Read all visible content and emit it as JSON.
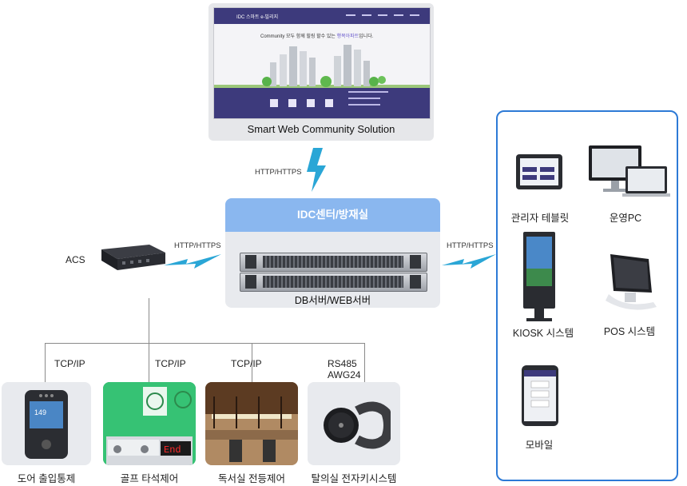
{
  "web": {
    "caption": "Smart Web Community  Solution",
    "site_title": "IDC 스마트 e-빌리지",
    "hero_text_pre": "Community 모두 함께 힐링 할수 있는 ",
    "hero_text_highlight": "행복아파트",
    "hero_text_post": "입니다."
  },
  "links": {
    "top": "HTTP/HTTPS",
    "left": "HTTP/HTTPS",
    "right": "HTTP/HTTPS"
  },
  "idc": {
    "title": "IDC센터/방재실",
    "footer": "DB서버/WEB서버"
  },
  "acs": {
    "label": "ACS"
  },
  "buses": [
    {
      "label": "TCP/IP"
    },
    {
      "label": "TCP/IP"
    },
    {
      "label": "TCP/IP"
    },
    {
      "label": "RS485\nAWG24",
      "line1": "RS485",
      "line2": "AWG24"
    }
  ],
  "devices": [
    {
      "name": "도어 출입통제",
      "screen_text": "149"
    },
    {
      "name": "골프 타석제어",
      "screen_text": "End"
    },
    {
      "name": "독서실 전등제어"
    },
    {
      "name": "탈의실 전자키시스템"
    }
  ],
  "clients": [
    {
      "name": "관리자 테블릿"
    },
    {
      "name": "운영PC"
    },
    {
      "name": "KIOSK 시스템"
    },
    {
      "name": "POS 시스템"
    },
    {
      "name": "모바일"
    }
  ],
  "colors": {
    "panel_border": "#2d7ad6",
    "idc_header": "#8ab7ef",
    "bolt": "#2aa6d6",
    "web_nav": "#3d3a7c"
  }
}
